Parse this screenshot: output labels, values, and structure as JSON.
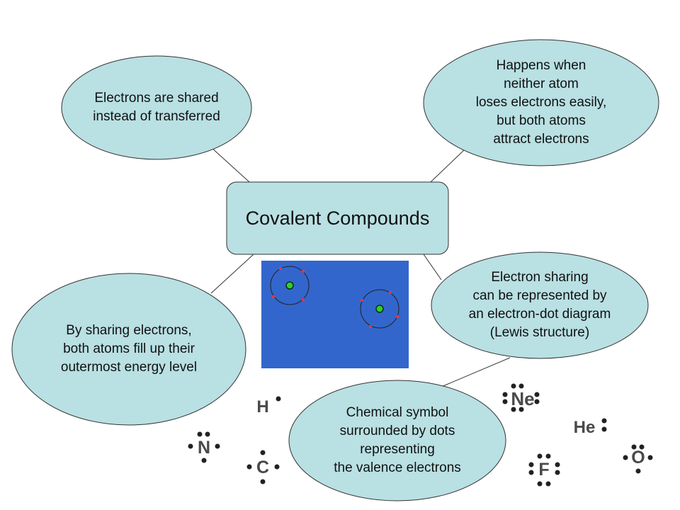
{
  "center": {
    "label": "Covalent Compounds"
  },
  "bubbles": {
    "shared": "Electrons are shared\ninstead of transferred",
    "happens": "Happens when\nneither atom\nloses electrons easily,\nbut both atoms\nattract electrons",
    "fill": "By sharing electrons,\nboth atoms fill up their\noutermost energy level",
    "sharing": "Electron sharing\ncan be represented by\nan electron-dot diagram\n(Lewis structure)",
    "symbol": "Chemical symbol\nsurrounded by dots\nrepresenting\nthe valence electrons"
  },
  "lewis_symbols": {
    "h": "H",
    "ne": "Ne",
    "he": "He",
    "n": "N",
    "c": "C",
    "f": "F",
    "o": "O"
  },
  "colors": {
    "bubble_fill": "#b9e0e3",
    "outline": "#333333",
    "panel": "#3366cc",
    "nucleus": "#33cc33",
    "electron": "#ff3333"
  }
}
